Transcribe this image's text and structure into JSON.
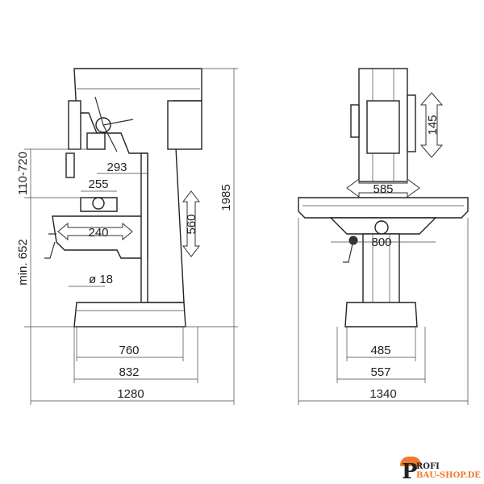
{
  "side_view": {
    "dims": {
      "height_total": "1985",
      "spindle_table_range": "110-720",
      "table_height_min": "min. 652",
      "throat": "293",
      "vise_width": "255",
      "table_travel": "240",
      "column_travel": "560",
      "t_slot": "ø 18",
      "base_inner": "760",
      "base_outer": "832",
      "overall_depth": "1280"
    }
  },
  "front_view": {
    "dims": {
      "head_travel": "145",
      "table_width": "585",
      "table_length": "800",
      "base_inner": "485",
      "base_outer": "557",
      "overall_width": "1340"
    }
  },
  "logo": {
    "text_line1": "ROFI",
    "text_line2": "BAU-SHOP.DE",
    "letter": "P",
    "accent_color": "#f07a2a"
  }
}
